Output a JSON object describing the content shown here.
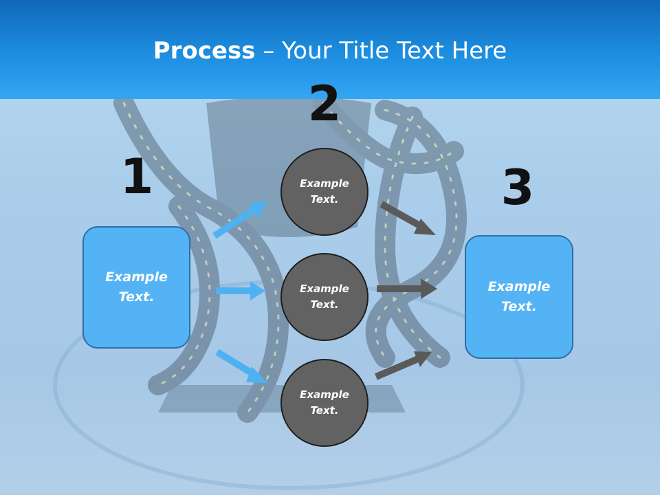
{
  "title": {
    "bold": "Process",
    "rest": " – Your Title Text Here"
  },
  "steps": [
    {
      "number": "1",
      "text": "Example Text."
    },
    {
      "number": "2",
      "items": [
        {
          "text": "Example Text."
        },
        {
          "text": "Example Text."
        },
        {
          "text": "Example Text."
        }
      ]
    },
    {
      "number": "3",
      "text": "Example Text."
    }
  ],
  "colors": {
    "header": "#1d8ee0",
    "box_fill": "#54b3f4",
    "circle_fill": "#626262",
    "arrow_blue": "#4fb2f0",
    "arrow_gray": "#5a5a5a"
  }
}
